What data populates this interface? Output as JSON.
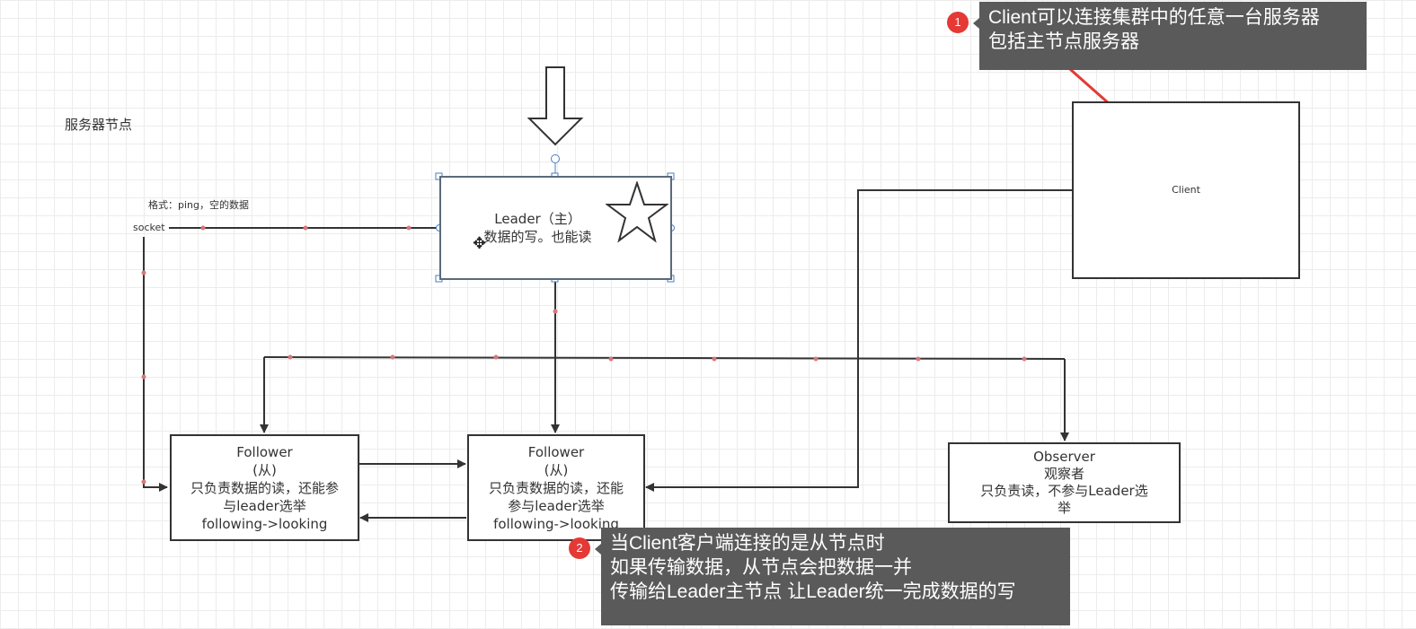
{
  "section_title": "服务器节点",
  "socket_label": "socket",
  "format_label": "格式：ping，空的数据",
  "leader": {
    "line1": "Leader（主）",
    "line2": "数据的写。也能读"
  },
  "client": {
    "label": "Client"
  },
  "follower_left": {
    "line1": "Follower",
    "line2": "(从)",
    "line3": "只负责数据的读，还能参",
    "line4": "与leader选举",
    "line5": "following->looking"
  },
  "follower_mid": {
    "line1": "Follower",
    "line2": "(从)",
    "line3": "只负责数据的读，还能",
    "line4": "参与leader选举",
    "line5": "following->looking"
  },
  "observer": {
    "line1": "Observer",
    "line2": "观察者",
    "line3": "只负责读，不参与Leader选",
    "line4": "举"
  },
  "note1": {
    "index": "1",
    "line1": "Client可以连接集群中的任意一台服务器",
    "line2": "包括主节点服务器"
  },
  "note2": {
    "index": "2",
    "line1": "当Client客户端连接的是从节点时",
    "line2": "如果传输数据，从节点会把数据一并",
    "line3": "传输给Leader主节点 让Leader统一完成数据的写"
  },
  "colors": {
    "line": "#333333",
    "note_bg": "#5a5a5a",
    "badge": "#e53935",
    "arrow_red": "#e53935",
    "selection": "#4a7fc1"
  }
}
